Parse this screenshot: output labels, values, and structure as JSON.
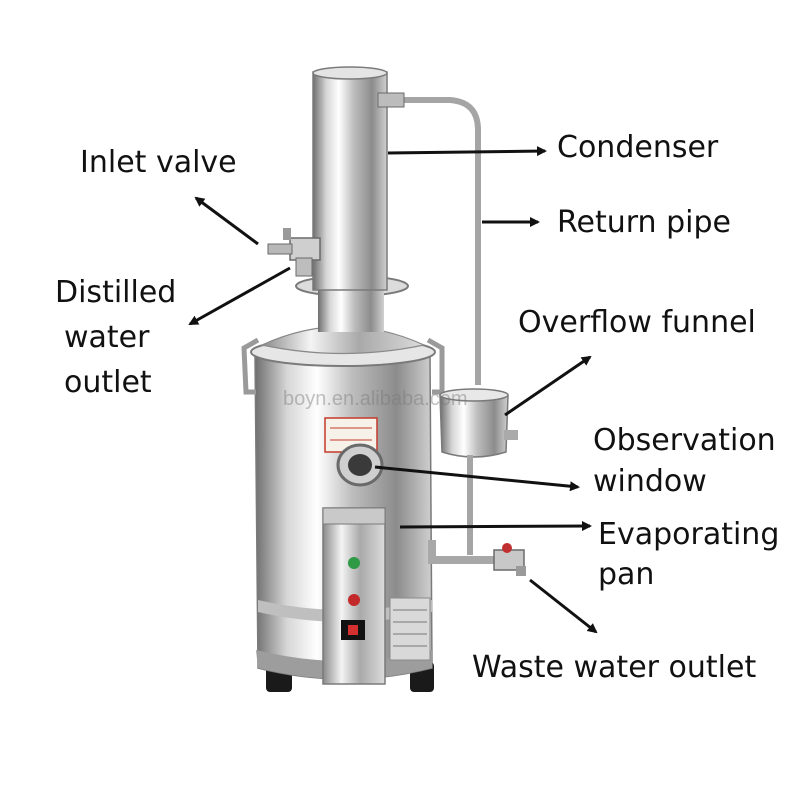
{
  "watermark": "boyn.en.alibaba.com",
  "labels": {
    "condenser": "Condenser",
    "inlet_valve": "Inlet valve",
    "return_pipe": "Return pipe",
    "distilled_line1": "Distilled",
    "distilled_line2": "water",
    "distilled_line3": "outlet",
    "overflow_funnel": "Overflow funnel",
    "observation_line1": "Observation",
    "observation_line2": "window",
    "evaporating_line1": "Evaporating",
    "evaporating_line2": "pan",
    "waste_water": "Waste water outlet"
  },
  "colors": {
    "arrow": "#111111",
    "steel_light": "#f2f2f2",
    "steel_dark": "#8a8a8a",
    "foot": "#1a1a1a"
  }
}
